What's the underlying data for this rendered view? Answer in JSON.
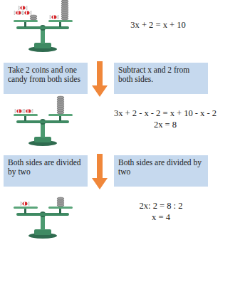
{
  "diagram": {
    "nodes": [
      {
        "text": [
          "Take 2 coins and one candy from both sides"
        ]
      },
      {
        "text": [
          "Subtract x and 2 from both sides."
        ]
      },
      {
        "text": [
          "Both sides are divided by two"
        ]
      },
      {
        "text": [
          "Both sides are divided by two"
        ]
      }
    ],
    "labels": [
      "3x + 2 = x + 10",
      "3x + 2 - x - 2 = x + 10 - x - 2",
      "2x = 8",
      "2x: 2 = 8 : 2",
      "x = 4"
    ]
  }
}
